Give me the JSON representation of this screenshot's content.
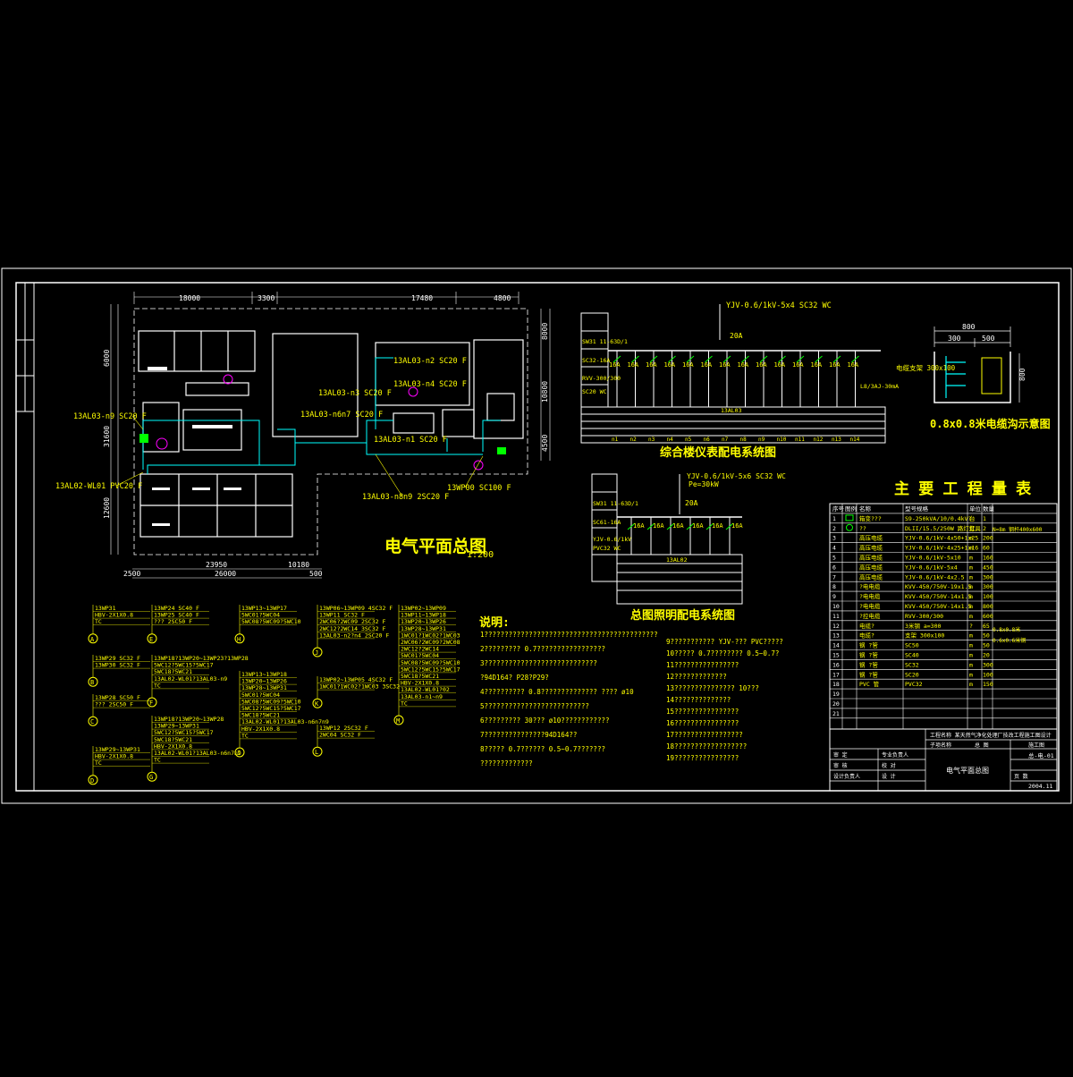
{
  "colors": {
    "background": "#000000",
    "frame": "#ffffff",
    "text": "#ffff00",
    "walls": "#ffffff",
    "cable": "#00ffff",
    "dimension": "#ffffff",
    "green": "#00ff00",
    "magenta": "#ff00ff"
  },
  "titles": {
    "plan": "电气平面总图",
    "plan_scale": "1:200",
    "meter_system": "综合楼仪表配电系统图",
    "lighting_system": "总图照明配电系统图",
    "trench": "0.8x0.8米电缆沟示意图",
    "quantities": "主 要 工 程 量 表",
    "notes": "说明:"
  },
  "plan": {
    "dims_top": [
      "18000",
      "3300",
      "17480",
      "4800"
    ],
    "dims_bottom": [
      "23950",
      "10180",
      "26000",
      "2500",
      "500"
    ],
    "dims_left": [
      "31600",
      "6000",
      "12600"
    ],
    "dims_right": [
      "8000",
      "10800",
      "4500"
    ],
    "cable_labels": [
      "13AL03-n2 SC20 F",
      "13AL03-n4 SC20 F",
      "13AL03-n3 SC20 F",
      "13AL03-n6n7 SC20 F",
      "13AL03-n1 SC20 F",
      "13AL03-n8n9 2SC20 F",
      "13WP00 SC100 F",
      "13AL03-n9 SC20 F",
      "13AL02-WL01 PVC20 F"
    ]
  },
  "meter_system": {
    "feeder": "YJV-0.6/1kV-5x4 SC32 WC",
    "main_breaker": "20A",
    "branch_rating": "16A",
    "branch_count": 14,
    "panel_id": "13AL03",
    "side_labels": [
      "SW31 11-63D/1",
      "SC32-16A",
      "RVV-300/300",
      "SC20 WC"
    ],
    "loop_ids": [
      "n1",
      "n2",
      "n3",
      "n4",
      "n5",
      "n6",
      "n7",
      "n8",
      "n9",
      "n10",
      "n11",
      "n12",
      "n13",
      "n14"
    ],
    "earth": "L8/3AJ-30mA"
  },
  "lighting_system": {
    "feeder": "YJV-0.6/1kV-5x6 SC32 WC",
    "power": "Pe=30kW",
    "main_breaker": "20A",
    "branch_rating": "16A",
    "panel_id": "13AL02",
    "side_labels": [
      "SW31 11-63D/1",
      "SC61-16A",
      "YJV-0.6/1kV",
      "PVC32 WC"
    ]
  },
  "trench": {
    "dims": [
      "800",
      "300",
      "500"
    ],
    "label": "电缆支架 300x100",
    "height": "800"
  },
  "quantities": {
    "headers": [
      "序号",
      "图例",
      "名称",
      "型号规格",
      "单位",
      "数量"
    ],
    "rows": [
      [
        "1",
        "",
        "箱变???",
        "S9-250kVA/10/0.4kV?",
        "台",
        "1"
      ],
      [
        "2",
        "",
        "??",
        "DLII/15.5/250W 路灯灯具",
        "套",
        "2"
      ],
      [
        "3",
        "",
        "高压电缆",
        "YJV-0.6/1kV-4x50+1x25",
        "m",
        "200"
      ],
      [
        "4",
        "",
        "高压电缆",
        "YJV-0.6/1kV-4x25+1x16",
        "m",
        "60"
      ],
      [
        "5",
        "",
        "高压电缆",
        "YJV-0.6/1kV-5x10",
        "m",
        "160"
      ],
      [
        "6",
        "",
        "高压电缆",
        "YJV-0.6/1kV-5x4",
        "m",
        "450"
      ],
      [
        "7",
        "",
        "高压电缆",
        "YJV-0.6/1kV-4x2.5",
        "m",
        "300"
      ],
      [
        "8",
        "",
        "?电电缆",
        "KVV-450/750V-19x1.5",
        "m",
        "300"
      ],
      [
        "9",
        "",
        "?电电缆",
        "KVV-450/750V-14x1.5",
        "m",
        "100"
      ],
      [
        "10",
        "",
        "?电电缆",
        "KVV-450/750V-14x1.5",
        "m",
        "800"
      ],
      [
        "11",
        "",
        "?控电缆",
        "RVV-300/300",
        "m",
        "600"
      ],
      [
        "12",
        "",
        "电缆?",
        "3米钢 a=300",
        "?",
        "65"
      ],
      [
        "13",
        "",
        "电缆?",
        "支架 300x100",
        "m",
        "50"
      ],
      [
        "14",
        "",
        "钢 ?管",
        "SC50",
        "m",
        "50"
      ],
      [
        "15",
        "",
        "钢 ?管",
        "SC40",
        "m",
        "20"
      ],
      [
        "16",
        "",
        "钢 ?管",
        "SC32",
        "m",
        "300"
      ],
      [
        "17",
        "",
        "钢 ?管",
        "SC20",
        "m",
        "100"
      ],
      [
        "18",
        "",
        "PVC 管",
        "PVC32",
        "m",
        "150"
      ],
      [
        "19",
        "",
        "",
        "",
        "",
        ""
      ],
      [
        "20",
        "",
        "",
        "",
        "",
        ""
      ],
      [
        "21",
        "",
        "",
        "",
        "",
        ""
      ]
    ],
    "remarks": [
      "N=8m 钢杆400x600",
      "0.8x0.8米",
      "0.6x0.6米钢"
    ]
  },
  "title_block": {
    "project": "工程名称 某天然气净化处理厂技改工程施工图设计",
    "sub_item": "子项名称",
    "drawing_type": "总 图",
    "drawing_name": "电气平面总图",
    "drawing_no": "总-电-01",
    "phase": "施工图",
    "page": "页 数",
    "date": "2004.11",
    "roles": [
      "审 定",
      "专业负责人",
      "审 核",
      "校 对",
      "设计负责人",
      "设 计"
    ]
  },
  "notes": {
    "left": [
      "1???????????????????????????????????????????",
      "2????????? 0.7?????????????????",
      "3????????????????????????????",
      "?94D164? P28?P29?",
      "4?????????? 0.8?????????????? ???? ø10",
      "5??????????????????????????",
      "6????????? 30??? ø10????????????",
      "7???????????????94D164??",
      "8????? 0.7?????? 0.5~0.7???????",
      "?????????????"
    ],
    "right": [
      "9??????????? YJV-??? PVC?????",
      "10????? 0.7???????? 0.5~0.7?",
      "11????????????????",
      "12?????????????",
      "13??????????????? 10???",
      "14??????????????",
      "15????????????????",
      "16????????????????",
      "17?????????????????",
      "18??????????????????",
      "19????????????????"
    ]
  },
  "circuits": [
    {
      "marker": "A",
      "lines": [
        "13WP31",
        "HBV-2X1X0.8",
        "TC"
      ]
    },
    {
      "marker": "B",
      "lines": [
        "13WP29 SC32 F",
        "13WP30 SC32 F"
      ]
    },
    {
      "marker": "C",
      "lines": [
        "13WP28 SC50 F",
        "??? 2SC50 F"
      ]
    },
    {
      "marker": "D",
      "lines": [
        "13WP29~13WP31",
        "HBV-2X1X0.8",
        "TC"
      ]
    },
    {
      "marker": "E",
      "lines": [
        "13WP24 SC40 F",
        "13WP25 SC40 F",
        "??? 2SC50 F"
      ]
    },
    {
      "marker": "F",
      "lines": [
        "13WP18?13WP20~13WP23?13WP28",
        "5WC12?5WC15?5WC17",
        "5WC18?5WC21",
        "13AL02-WL01?13AL03-n9",
        "TC"
      ]
    },
    {
      "marker": "G",
      "lines": [
        "13WP18?13WP20~13WP28",
        "13WP29~13WP31",
        "5WC12?5WC15?5WC17",
        "5WC18?5WC21",
        "HBV-2X1X0.8",
        "13AL02-WL01?13AL03-n6n7n9",
        "TC"
      ]
    },
    {
      "marker": "H",
      "lines": [
        "13WP13~13WP17",
        "5WC01?5WC04",
        "5WC08?5WC09?5WC10"
      ]
    },
    {
      "marker": "I",
      "lines": [
        "13WP13~13WP18",
        "13WP20~13WP26",
        "13WP28~13WP31",
        "5WC01?5WC04",
        "5WC08?5WC09?5WC10",
        "5WC12?5WC15?5WC17",
        "5WC18?5WC21",
        "13AL02-WL01?13AL03-n6n7n9",
        "HBV-2X1X0.8",
        "TC"
      ]
    },
    {
      "marker": "J",
      "lines": [
        "13WP06~13WP09 4SC32 F",
        "13WP11 SC32 F",
        "2WC06?2WC09 2SC32 F",
        "2WC12?2WC14 3SC32 F",
        "13AL03-n2?n4 2SC20 F"
      ]
    },
    {
      "marker": "K",
      "lines": [
        "13WP02~13WP05 4SC32 F",
        "1WC01?1WC02?1WC03 3SC32"
      ]
    },
    {
      "marker": "L",
      "lines": [
        "13WP12 2SC32 F",
        "2WC04 SC32 F"
      ]
    },
    {
      "marker": "M",
      "lines": [
        "13WP02~13WP09",
        "13WP11~13WP18",
        "13WP20~13WP26",
        "13WP28~13WP31",
        "1WC01?1WC02?1WC03",
        "2WC06?2WC09?2WC08",
        "2WC12?2WC14",
        "5WC01?5WC04",
        "5WC08?5WC09?5WC10",
        "5WC12?5WC15?5WC17",
        "5WC18?5WC21",
        "HBV-2X1X0.8",
        "13AL02-WL01?02",
        "13AL03-n1~n9",
        "TC"
      ]
    }
  ]
}
